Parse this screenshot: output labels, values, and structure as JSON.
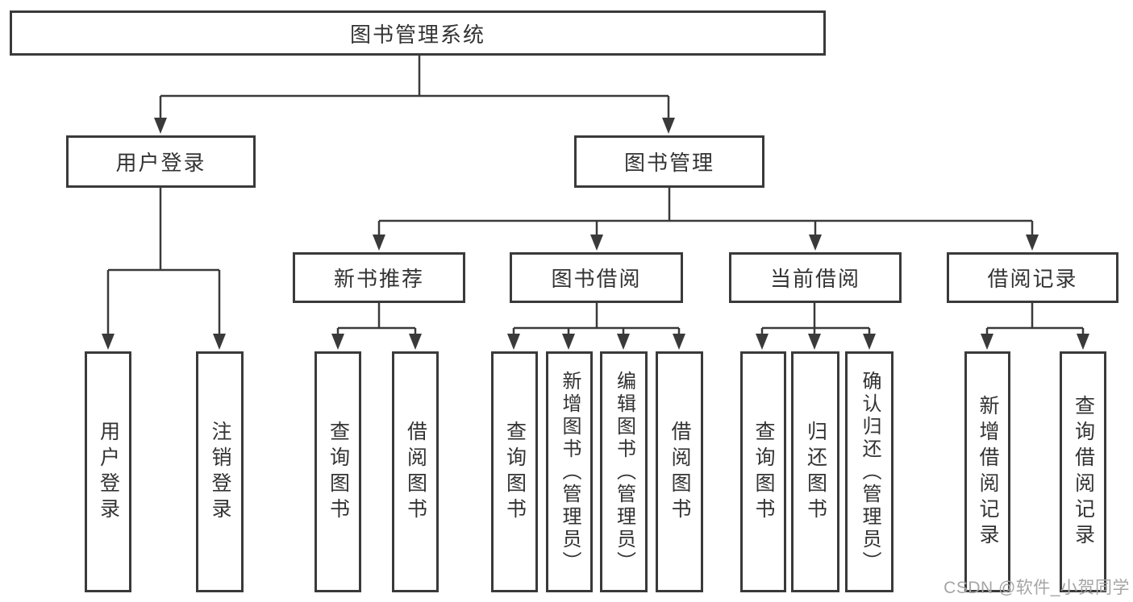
{
  "tree": {
    "root": "图书管理系统",
    "login": {
      "label": "用户登录",
      "leaves": [
        "用户登录",
        "注销登录"
      ]
    },
    "management": {
      "label": "图书管理",
      "groups": [
        {
          "label": "新书推荐",
          "leaves": [
            "查询图书",
            "借阅图书"
          ]
        },
        {
          "label": "图书借阅",
          "leaves": [
            "查询图书",
            "新增图书（管理员）",
            "编辑图书（管理员）",
            "借阅图书"
          ]
        },
        {
          "label": "当前借阅",
          "leaves": [
            "查询图书",
            "归还图书",
            "确认归还（管理员）"
          ]
        },
        {
          "label": "借阅记录",
          "leaves": [
            "新增借阅记录",
            "查询借阅记录"
          ]
        }
      ]
    }
  },
  "watermark": {
    "text": "CSDN @软件_小贺同学"
  },
  "colors": {
    "line": "#3a3a3a",
    "box_border": "#3a3a3a",
    "text": "#333333",
    "background": "#ffffff",
    "watermark": "#a5a5a5"
  }
}
